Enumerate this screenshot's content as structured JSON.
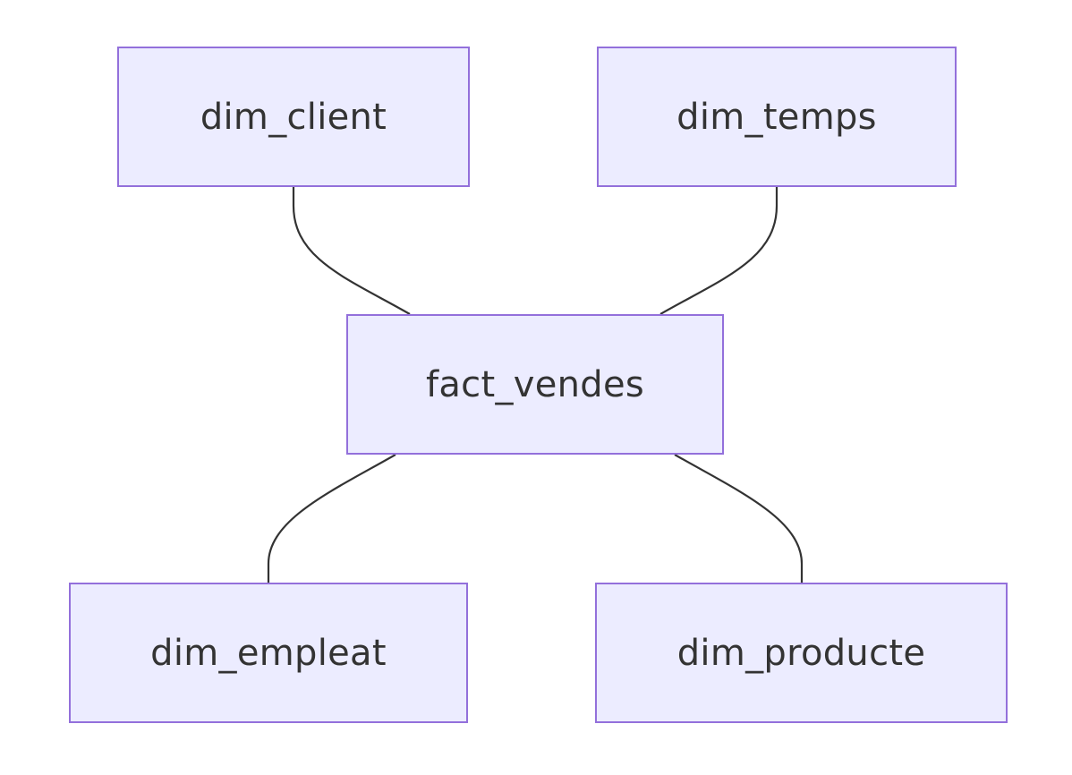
{
  "diagram": {
    "nodes": {
      "dim_client": "dim_client",
      "dim_temps": "dim_temps",
      "fact_vendes": "fact_vendes",
      "dim_empleat": "dim_empleat",
      "dim_producte": "dim_producte"
    },
    "edges": [
      {
        "from": "dim_client",
        "to": "fact_vendes"
      },
      {
        "from": "dim_temps",
        "to": "fact_vendes"
      },
      {
        "from": "fact_vendes",
        "to": "dim_empleat"
      },
      {
        "from": "fact_vendes",
        "to": "dim_producte"
      }
    ],
    "colors": {
      "node_fill": "#ececff",
      "node_border": "#9370db",
      "edge": "#333333",
      "text": "#333333",
      "background": "#ffffff"
    }
  }
}
